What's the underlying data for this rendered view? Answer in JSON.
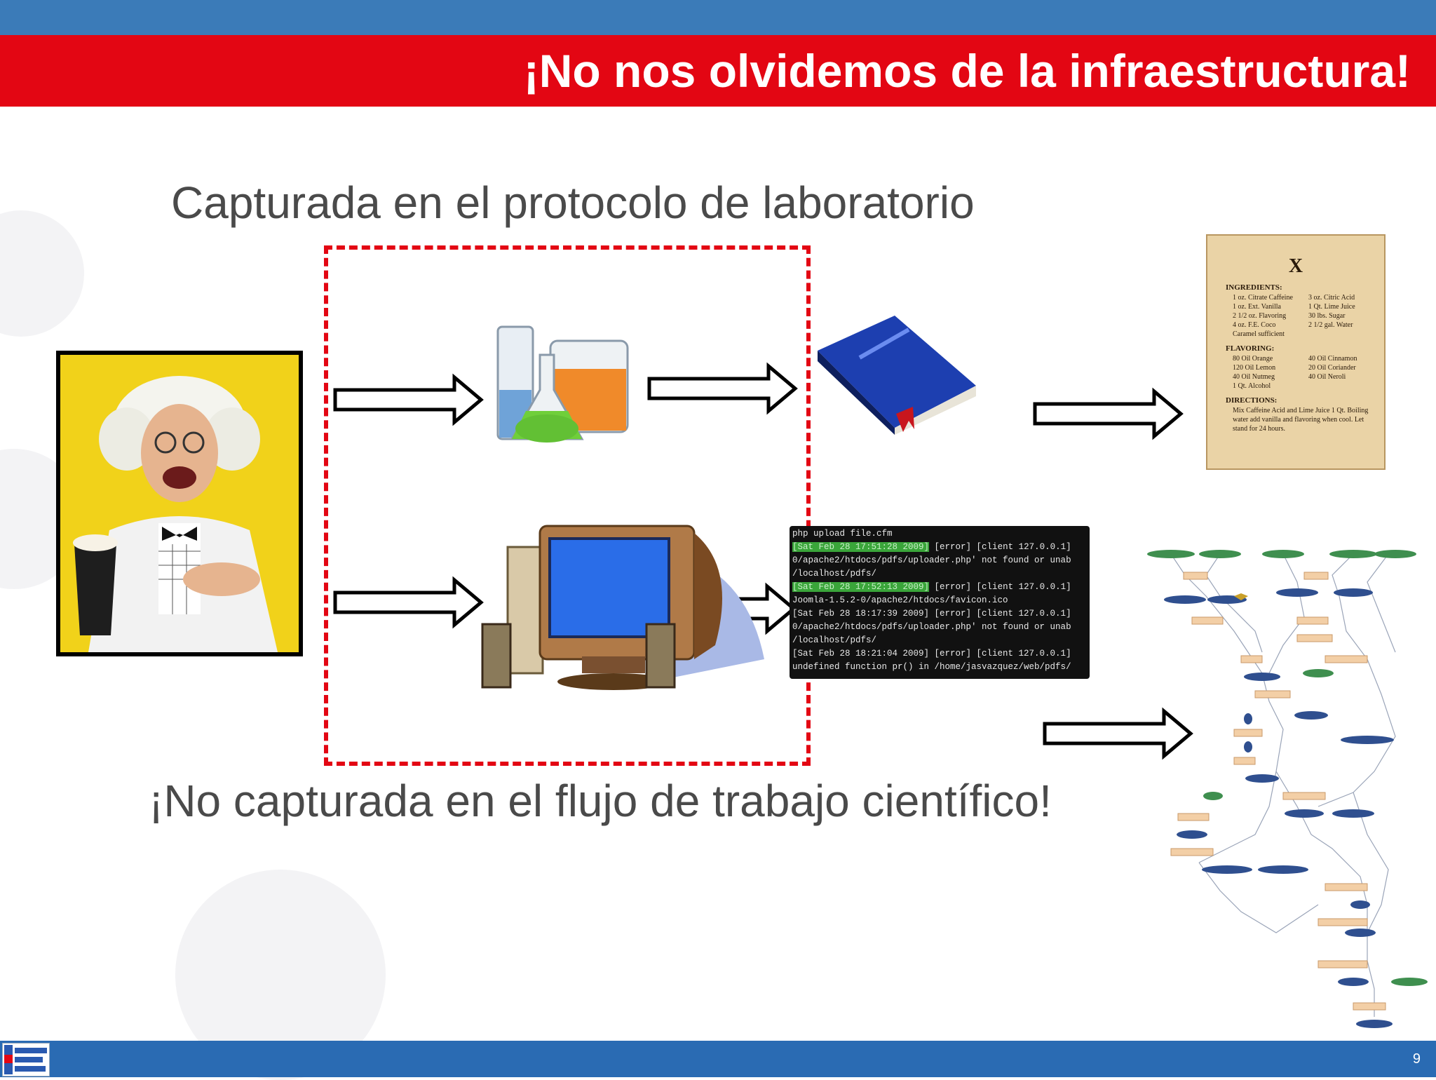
{
  "slide": {
    "title": "¡No nos olvidemos de la infraestructura!",
    "captured_text": "Capturada en el protocolo de laboratorio",
    "not_captured_text": "¡No capturada en el flujo de trabajo científico!",
    "page_number": "9"
  },
  "recipe": {
    "mark": "X",
    "ingredients_heading": "INGREDIENTS:",
    "ingredients": [
      [
        "1 oz. Citrate Caffeine",
        "3 oz. Citric Acid"
      ],
      [
        "1 oz. Ext. Vanilla",
        "1 Qt. Lime Juice"
      ],
      [
        "2 1/2 oz. Flavoring",
        "30 lbs. Sugar"
      ],
      [
        "4 oz. F.E. Coco",
        "2 1/2 gal. Water"
      ],
      [
        "Caramel sufficient",
        ""
      ]
    ],
    "flavoring_heading": "FLAVORING:",
    "flavoring": [
      [
        "80 Oil Orange",
        "40 Oil Cinnamon"
      ],
      [
        "120 Oil Lemon",
        "20 Oil Coriander"
      ],
      [
        "40 Oil Nutmeg",
        "40 Oil Neroli"
      ],
      [
        "1 Qt. Alcohol",
        ""
      ]
    ],
    "directions_heading": "DIRECTIONS:",
    "directions": "Mix Caffeine Acid and Lime Juice 1 Qt. Boiling water add vanilla and flavoring when cool. Let stand for 24 hours."
  },
  "terminal": {
    "lines": [
      {
        "hl": "",
        "text": "php upload file.cfm"
      },
      {
        "hl": "[Sat Feb 28 17:51:28 2009]",
        "text": " [error] [client 127.0.0.1]"
      },
      {
        "hl": "",
        "text": "0/apache2/htdocs/pdfs/uploader.php' not found or unab"
      },
      {
        "hl": "",
        "text": "/localhost/pdfs/"
      },
      {
        "hl": "[Sat Feb 28 17:52:13 2009]",
        "text": " [error] [client 127.0.0.1]"
      },
      {
        "hl": "",
        "text": "Joomla-1.5.2-0/apache2/htdocs/favicon.ico"
      },
      {
        "hl": "",
        "text": "[Sat Feb 28 18:17:39 2009] [error] [client 127.0.0.1]"
      },
      {
        "hl": "",
        "text": "0/apache2/htdocs/pdfs/uploader.php' not found or unab"
      },
      {
        "hl": "",
        "text": "/localhost/pdfs/"
      },
      {
        "hl": "",
        "text": "[Sat Feb 28 18:21:04 2009] [error] [client 127.0.0.1]"
      },
      {
        "hl": "",
        "text": "undefined function pr() in /home/jasvazquez/web/pdfs/"
      }
    ]
  },
  "colors": {
    "top_band": "#3b7bb8",
    "title_band": "#e30613",
    "bottom_band": "#2a6bb3",
    "dashed_box": "#e30613",
    "body_text": "#4a4a4a"
  },
  "icons": {
    "portrait": "scientist-photo",
    "lab": "lab-glassware-icon",
    "computer": "computer-icon",
    "notebook": "book-icon",
    "recipe": "recipe-parchment",
    "terminal": "terminal-log",
    "workflow": "workflow-graph"
  }
}
